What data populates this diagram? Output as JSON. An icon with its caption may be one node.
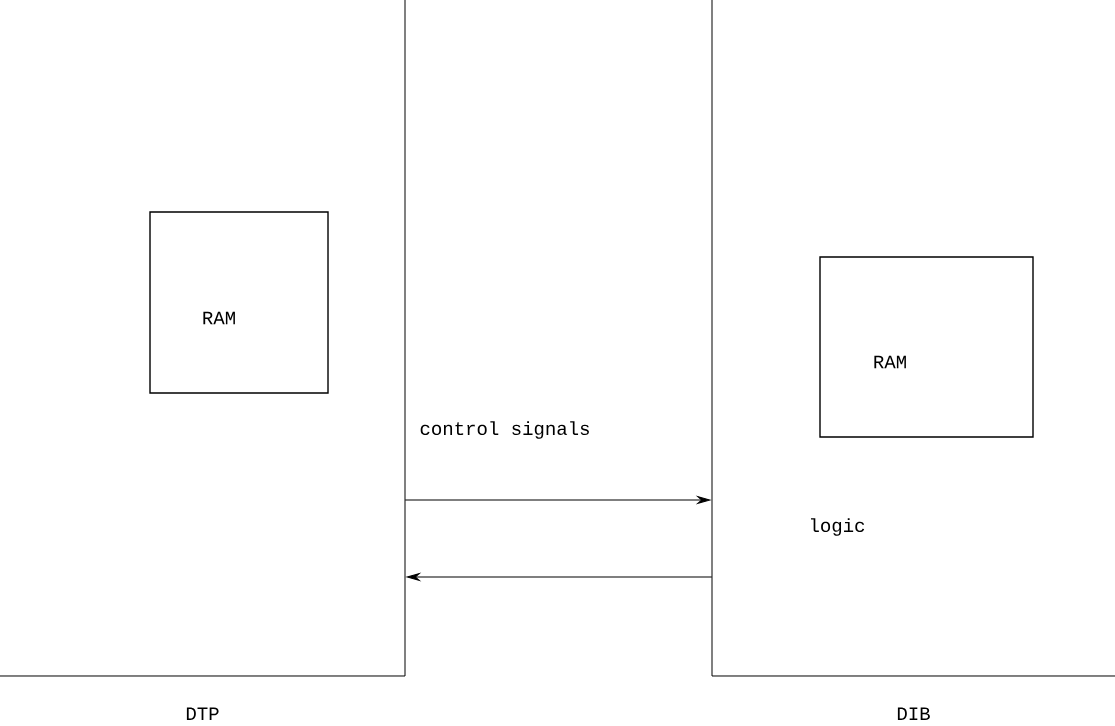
{
  "diagram": {
    "nodes": [
      {
        "text": [
          "DTP"
        ]
      },
      {
        "text": [
          "RAM"
        ],
        "in": 0
      },
      {
        "text": [
          "DIB"
        ]
      },
      {
        "text": [
          "RAM"
        ],
        "in": 2
      }
    ],
    "edges": [
      {
        "from": 0,
        "to": 2,
        "arrow": "to",
        "label": "control signals"
      },
      {
        "from": 2,
        "to": 0,
        "arrow": "to"
      }
    ],
    "labels": [
      "logic"
    ]
  }
}
